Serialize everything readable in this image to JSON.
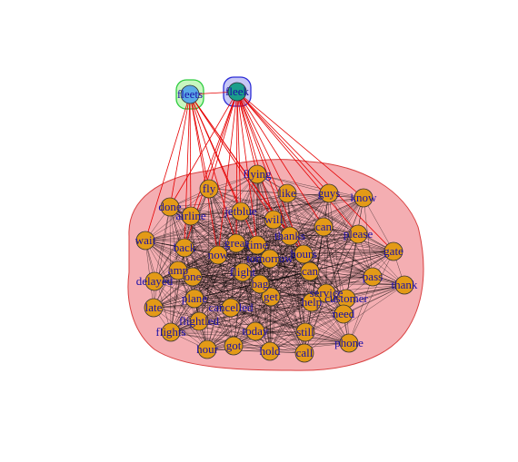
{
  "colors": {
    "background": "#ffffff",
    "cluster_main_fill": "#f2a0a4",
    "cluster_main_stroke": "#d94040",
    "cluster_fleets_a_fill": "#c8f7c0",
    "cluster_fleets_a_stroke": "#2ecc40",
    "cluster_fleets_b_fill": "#c7c8f5",
    "cluster_fleets_b_stroke": "#2b2bd6",
    "node_orange": "#e39a17",
    "node_skyblue": "#5aa9e6",
    "node_teal": "#1b9e8a",
    "edge_internal": "#000000",
    "edge_cross": "#e60000",
    "label_text": "#1a10a8"
  },
  "clusters": [
    {
      "id": "main",
      "color": "cluster_main"
    },
    {
      "id": "fleets-a",
      "color": "cluster_fleets_a"
    },
    {
      "id": "fleets-b",
      "color": "cluster_fleets_b"
    }
  ],
  "nodes": [
    {
      "id": "fleets",
      "label": "fleets",
      "cluster": "fleets-a",
      "color": "node_skyblue"
    },
    {
      "id": "fleek",
      "label": "fleek",
      "cluster": "fleets-b",
      "color": "node_teal"
    },
    {
      "id": "flying",
      "label": "flying",
      "cluster": "main"
    },
    {
      "id": "fly",
      "label": "fly",
      "cluster": "main"
    },
    {
      "id": "like",
      "label": "like",
      "cluster": "main"
    },
    {
      "id": "guys",
      "label": "guys",
      "cluster": "main"
    },
    {
      "id": "know",
      "label": "know",
      "cluster": "main"
    },
    {
      "id": "done",
      "label": "done",
      "cluster": "main"
    },
    {
      "id": "airline",
      "label": "airline",
      "cluster": "main"
    },
    {
      "id": "jetblue",
      "label": "jetblue",
      "cluster": "main"
    },
    {
      "id": "will",
      "label": "will",
      "cluster": "main"
    },
    {
      "id": "can2",
      "label": "can",
      "cluster": "main"
    },
    {
      "id": "please",
      "label": "please",
      "cluster": "main"
    },
    {
      "id": "wait",
      "label": "wait",
      "cluster": "main"
    },
    {
      "id": "back",
      "label": "back",
      "cluster": "main"
    },
    {
      "id": "now",
      "label": "now",
      "cluster": "main"
    },
    {
      "id": "great",
      "label": "great",
      "cluster": "main"
    },
    {
      "id": "time",
      "label": "time",
      "cluster": "main"
    },
    {
      "id": "thanks",
      "label": "thanks",
      "cluster": "main"
    },
    {
      "id": "hours",
      "label": "hours",
      "cluster": "main"
    },
    {
      "id": "tomorrow",
      "label": "tomorrow",
      "cluster": "main"
    },
    {
      "id": "late",
      "label": "late",
      "cluster": "main"
    },
    {
      "id": "gate",
      "label": "gate",
      "cluster": "main"
    },
    {
      "id": "amp",
      "label": "amp",
      "cluster": "main"
    },
    {
      "id": "delayed",
      "label": "delayed",
      "cluster": "main"
    },
    {
      "id": "one",
      "label": "one",
      "cluster": "main"
    },
    {
      "id": "flight",
      "label": "flight",
      "cluster": "main"
    },
    {
      "id": "get",
      "label": "get",
      "cluster": "main"
    },
    {
      "id": "cancelled",
      "label": "cancelled",
      "cluster": "main"
    },
    {
      "id": "can",
      "label": "can",
      "cluster": "main"
    },
    {
      "id": "service",
      "label": "service",
      "cluster": "main"
    },
    {
      "id": "pass",
      "label": "pass",
      "cluster": "main"
    },
    {
      "id": "thank",
      "label": "thank",
      "cluster": "main"
    },
    {
      "id": "plane",
      "label": "plane",
      "cluster": "main"
    },
    {
      "id": "bag",
      "label": "bag",
      "cluster": "main"
    },
    {
      "id": "help",
      "label": "help",
      "cluster": "main"
    },
    {
      "id": "customer",
      "label": "customer",
      "cluster": "main"
    },
    {
      "id": "need",
      "label": "need",
      "cluster": "main"
    },
    {
      "id": "flights",
      "label": "flights",
      "cluster": "main"
    },
    {
      "id": "flightled",
      "label": "flightled",
      "cluster": "main"
    },
    {
      "id": "today",
      "label": "today",
      "cluster": "main"
    },
    {
      "id": "still",
      "label": "still",
      "cluster": "main"
    },
    {
      "id": "hour",
      "label": "hour",
      "cluster": "main"
    },
    {
      "id": "got",
      "label": "got",
      "cluster": "main"
    },
    {
      "id": "hold",
      "label": "hold",
      "cluster": "main"
    },
    {
      "id": "call",
      "label": "call",
      "cluster": "main"
    },
    {
      "id": "phone",
      "label": "phone",
      "cluster": "main"
    }
  ]
}
